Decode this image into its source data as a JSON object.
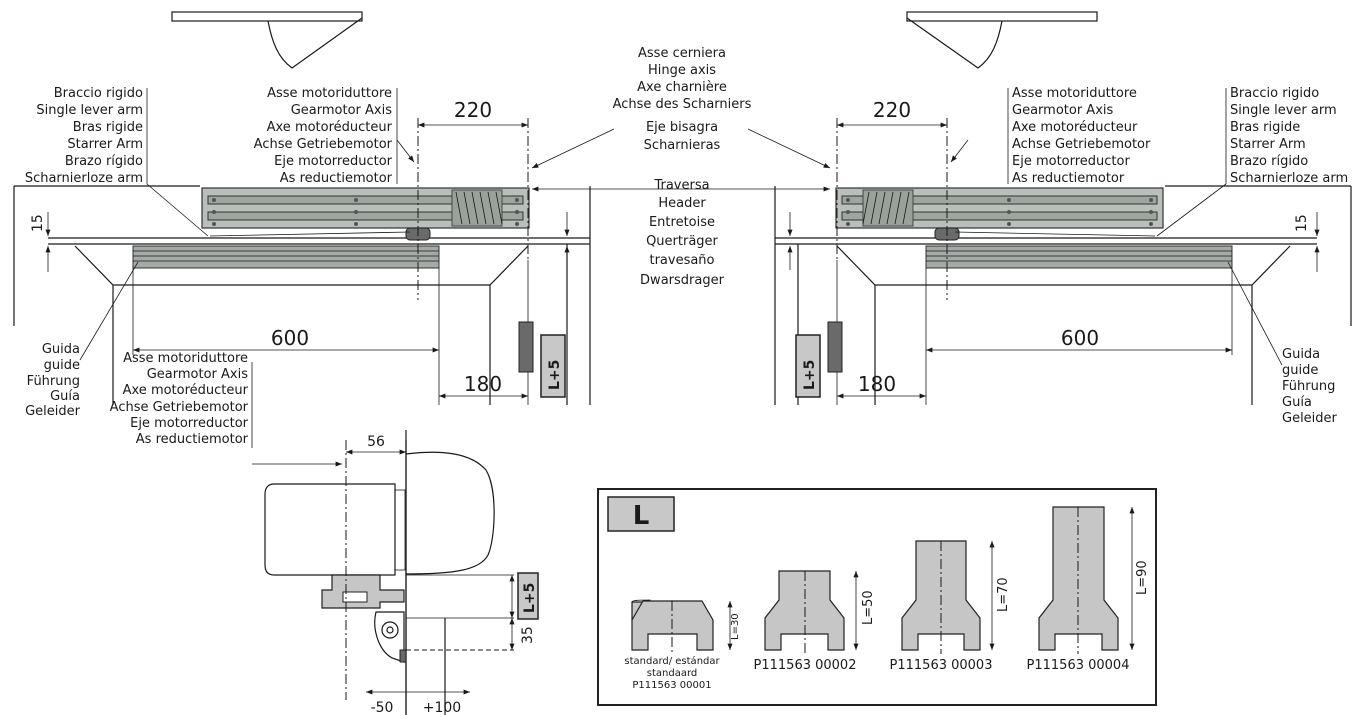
{
  "labels": {
    "hinge_axis": [
      "Asse cerniera",
      "Hinge axis",
      "Axe charnière",
      "Achse des Scharniers",
      "Eje bisagra",
      "Scharnieras"
    ],
    "gearmotor_axis": [
      "Asse motoriduttore",
      "Gearmotor Axis",
      "Axe motoréducteur",
      "Achse Getriebemotor",
      "Eje motorreductor",
      "As reductiemotor"
    ],
    "single_lever_arm": [
      "Braccio rigido",
      "Single lever arm",
      "Bras rigide",
      "Starrer Arm",
      "Brazo rígido",
      "Scharnierloze arm"
    ],
    "header": [
      "Traversa",
      "Header",
      "Entretoise",
      "Querträger",
      "travesaño",
      "Dwarsdrager"
    ],
    "guide": [
      "Guida",
      "guide",
      "Führung",
      "Guía",
      "Geleider"
    ]
  },
  "dimensions": {
    "axis_distance": "220",
    "guide_length": "600",
    "offset": "180",
    "header_gap": "15",
    "l_plus_5": "L+5",
    "motor_offset": "56",
    "arm_clearance": "35",
    "adj_minus": "-50",
    "adj_plus": "+100"
  },
  "l_box": {
    "title": "L",
    "items": [
      {
        "code_lines": [
          "standard/ estándar",
          "standaard",
          "P111563 00001"
        ],
        "l_value": "L=30"
      },
      {
        "code_lines": [
          "P111563 00002"
        ],
        "l_value": "L=50"
      },
      {
        "code_lines": [
          "P111563 00003"
        ],
        "l_value": "L=70"
      },
      {
        "code_lines": [
          "P111563 00004"
        ],
        "l_value": "L=90"
      }
    ]
  },
  "colors": {
    "operator_body": "#b9bfba",
    "bracket_fill": "#c6c6c6",
    "line": "#1a1a1a"
  }
}
